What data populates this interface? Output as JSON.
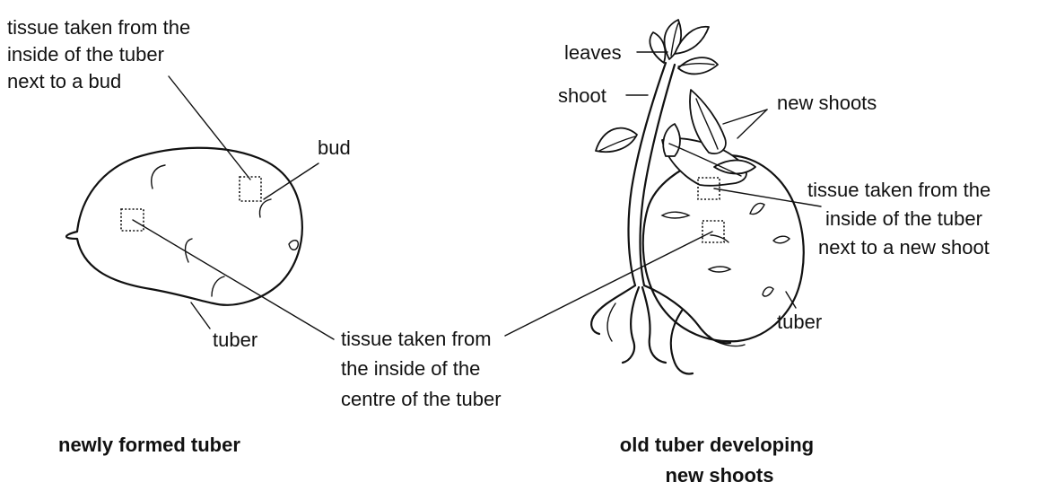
{
  "left": {
    "label_tissue_bud": [
      "tissue taken from the",
      "inside of the tuber",
      "next to a bud"
    ],
    "label_bud": "bud",
    "label_tuber": "tuber",
    "label_tissue_centre": [
      "tissue taken from",
      "the inside of the",
      "centre of the tuber"
    ],
    "caption": "newly formed tuber"
  },
  "right": {
    "label_leaves": "leaves",
    "label_shoot": "shoot",
    "label_new_shoots": "new shoots",
    "label_tissue_new_shoot": [
      "tissue taken from the",
      "inside of the tuber",
      "next to a new shoot"
    ],
    "label_tuber": "tuber",
    "caption": [
      "old tuber developing",
      "new shoots"
    ]
  }
}
